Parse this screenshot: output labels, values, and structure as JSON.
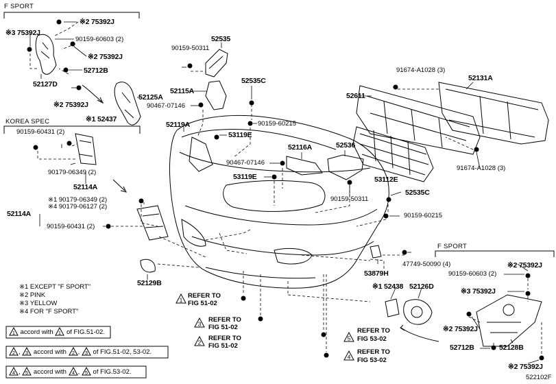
{
  "sections": {
    "f_sport_top": "F SPORT",
    "korea_spec": "KOREA SPEC",
    "f_sport_right": "F SPORT"
  },
  "parts": {
    "p75392J_a": "※2 75392J",
    "p75392J_b": "※3 75392J",
    "p90159_60603_a": "90159-60603 (2)",
    "p75392J_c": "※2 75392J",
    "p52712B_a": "52712B",
    "p52127D": "52127D",
    "p75392J_d": "※2 75392J",
    "p90159_50311_a": "90159-50311",
    "p52535": "52535",
    "p52125A": "52125A",
    "p52115A": "52115A",
    "p90467_07146_a": "90467-07146",
    "p152437": "※1 52437",
    "p52535C_a": "52535C",
    "p90159_60215_a": "90159-60215",
    "p52119A": "52119A",
    "p53119E": "53119E",
    "p91674_a": "91674-A1028 (3)",
    "p52131A": "52131A",
    "p52611": "52611",
    "p90159_60431_a": "90159-60431 (2)",
    "p90179_06349_a": "90179-06349 (2)",
    "p52114A_a": "52114A",
    "p52116A": "52116A",
    "p52536": "52536",
    "p90467_07146_b": "90467-07146",
    "p53119E_b": "53119E",
    "p53112E": "53112E",
    "p91674_b": "91674-A1028 (3)",
    "p90179_06349_b": "※1 90179-06349 (2)",
    "p90179_06127": "※4 90179-06127 (2)",
    "p52114A_b": "52114A",
    "p90159_60431_b": "90159-60431 (2)",
    "p90159_50311_b": "90159-50311",
    "p52535C_b": "52535C",
    "p90159_60215_b": "90159-60215",
    "p52129B": "52129B",
    "p53879H": "53879H",
    "p47749": "47749-50090 (4)",
    "p152438": "※1 52438",
    "p52126D": "52126D",
    "p75392J_e": "※2 75392J",
    "p90159_60603_b": "90159-60603 (2)",
    "p75392J_f": "※3 75392J",
    "p75392J_g": "※2 75392J",
    "p52712B_b": "52712B",
    "p52128B": "52128B",
    "p75392J_h": "※2 75392J",
    "p522102F": "522102F"
  },
  "refs": {
    "r1": "REFER TO",
    "r1b": "FIG 51-02",
    "r2": "REFER TO",
    "r2b": "FIG 51-02",
    "r3": "REFER TO",
    "r3b": "FIG 51-02",
    "r4": "REFER TO",
    "r4b": "FIG 53-02",
    "r5": "REFER TO",
    "r5b": "FIG 53-02"
  },
  "notes": [
    "※1 EXCEPT \"F SPORT\"",
    "※2 PINK",
    "※3 YELLOW",
    "※4 FOR \"F SPORT\""
  ],
  "legend": {
    "row1_a": "accord with",
    "row1_b": "of FIG.51-02.",
    "row2_sep": ",",
    "row2_a": "accord with",
    "row2_sep2": ",",
    "row2_b": "of FIG.51-02, 53-02.",
    "row3_sep": ",",
    "row3_a": "accord with",
    "row3_sep2": ",",
    "row3_b": "of FIG.53-02."
  },
  "triangle_numbers": {
    "one": "1",
    "two": "2",
    "three": "3",
    "four": "4",
    "five": "5"
  }
}
